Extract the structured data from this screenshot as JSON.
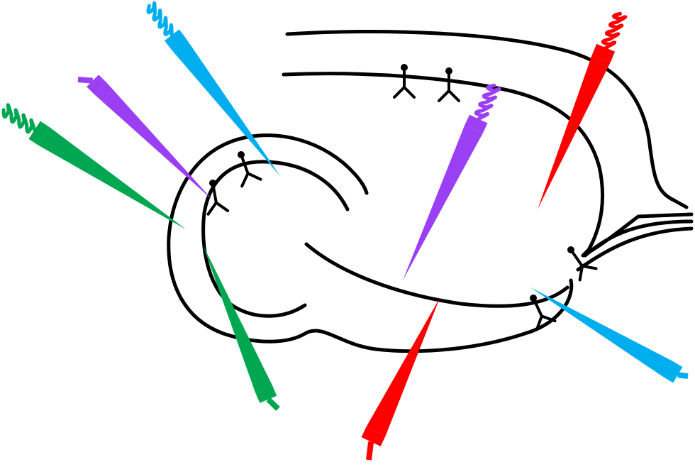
{
  "colors": {
    "outline": "#000000",
    "background": "#ffffff",
    "blue": "#00aeef",
    "red": "#ff0000",
    "green": "#00a650",
    "purple": "#9b3ff5"
  },
  "electrodes": [
    {
      "name": "blue-electrode-upper-left",
      "color": "#00aeef",
      "has_coil": true
    },
    {
      "name": "purple-electrode-left",
      "color": "#9b3ff5",
      "has_coil": false
    },
    {
      "name": "green-electrode-left",
      "color": "#00a650",
      "has_coil": true
    },
    {
      "name": "green-electrode-lower",
      "color": "#00a650",
      "has_coil": false
    },
    {
      "name": "purple-electrode-center",
      "color": "#9b3ff5",
      "has_coil": true
    },
    {
      "name": "red-electrode-upper-right",
      "color": "#ff0000",
      "has_coil": true
    },
    {
      "name": "red-electrode-bottom",
      "color": "#ff0000",
      "has_coil": false
    },
    {
      "name": "blue-electrode-right",
      "color": "#00aeef",
      "has_coil": false
    }
  ],
  "synapse_icon": "synapse-icon"
}
